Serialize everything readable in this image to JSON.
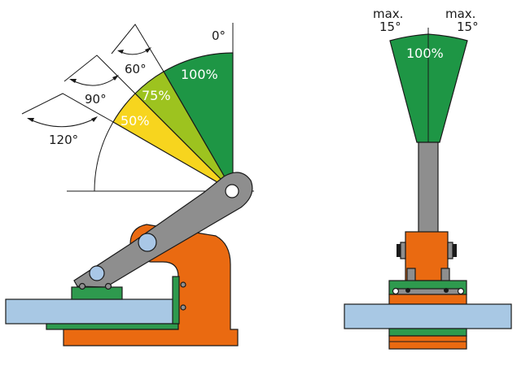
{
  "side_view": {
    "angle_zero": "0°",
    "angle_60": "60°",
    "angle_90": "90°",
    "angle_120": "120°",
    "load_100": "100%",
    "load_75": "75%",
    "load_50": "50%"
  },
  "front_view": {
    "max_left": "max.",
    "deg_left": "15°",
    "max_right": "max.",
    "deg_right": "15°",
    "load_100": "100%"
  },
  "colors": {
    "green_zone": "#1e9645",
    "lime_zone": "#9dc31f",
    "yellow_zone": "#f7d51e",
    "clamp_orange": "#ea6a11",
    "arm_grey": "#8e8e8e",
    "plate_blue": "#a8c8e4",
    "pad_green": "#2e9a4e",
    "hole_blue": "#a9c7e6"
  }
}
